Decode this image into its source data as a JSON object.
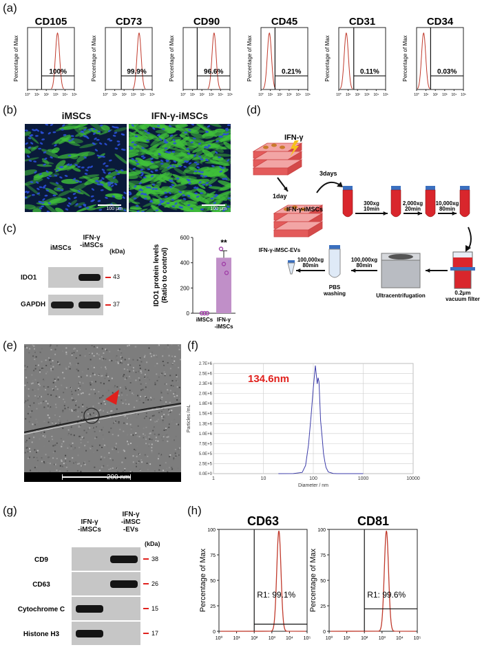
{
  "panels": {
    "a": "(a)",
    "b": "(b)",
    "c": "(c)",
    "d": "(d)",
    "e": "(e)",
    "f": "(f)",
    "g": "(g)",
    "h": "(h)"
  },
  "panel_a": {
    "ylabel": "Percentage of Max",
    "tick_labels": [
      "10°",
      "10¹",
      "10²",
      "10³",
      "10⁴",
      "10⁵"
    ],
    "markers": [
      {
        "title": "CD105",
        "pct": "100%"
      },
      {
        "title": "CD73",
        "pct": "99.9%"
      },
      {
        "title": "CD90",
        "pct": "96.6%"
      },
      {
        "title": "CD45",
        "pct": "0.21%"
      },
      {
        "title": "CD31",
        "pct": "0.11%"
      },
      {
        "title": "CD34",
        "pct": "0.03%"
      }
    ]
  },
  "panel_b": {
    "left_title": "iMSCs",
    "right_title": "IFN-γ-iMSCs",
    "scale": "100 μm"
  },
  "panel_c": {
    "col1": "iMSCs",
    "col2": "IFN-γ",
    "col2b": "-iMSCs",
    "kda": "(kDa)",
    "rows": [
      {
        "name": "IDO1",
        "kda": "43"
      },
      {
        "name": "GAPDH",
        "kda": "37"
      }
    ],
    "chart_data": {
      "type": "bar",
      "categories": [
        "iMSCs",
        "IFN-γ -iMSCs"
      ],
      "values": [
        0,
        440
      ],
      "errors": [
        0,
        55
      ],
      "points": [
        [
          0,
          0,
          0
        ],
        [
          510,
          390,
          320
        ]
      ],
      "ylim": [
        0,
        600
      ],
      "yticks": [
        0,
        200,
        400,
        600
      ],
      "ylabel": "IDO1 protein levels (Ratio to control)",
      "ylabel1": "IDO1 protein levels",
      "ylabel2": "(Ratio to control)",
      "cat1": "iMSCs",
      "cat2a": "IFN-γ",
      "cat2b": "-iMSCs",
      "significance": "**",
      "bar_color": "#c08fc8",
      "point_color": "#a040a8"
    }
  },
  "panel_d": {
    "ifn": "IFN-γ",
    "day1": "1day",
    "days3": "3days",
    "cells": "IFN-γ-iMSCs",
    "steps": [
      {
        "a": "300xg",
        "b": "10min"
      },
      {
        "a": "2,000xg",
        "b": "20min"
      },
      {
        "a": "10,000xg",
        "b": "80min"
      }
    ],
    "filter": "0.2μm",
    "filter2": "vacuum filter",
    "ultra": "Ultracentrifugation",
    "spin2a": "100,000xg",
    "spin2b": "80min",
    "pbs": "PBS",
    "pbs2": "washing",
    "spin3a": "100,000xg",
    "spin3b": "80min",
    "evs": "IFN-γ-iMSC-EVs",
    "tube_color": "#d9262c"
  },
  "panel_e": {
    "scale": "200 nm"
  },
  "panel_f": {
    "chart_data": {
      "type": "line",
      "peak_label": "134.6nm",
      "xlabel": "Diameter / nm",
      "ylabel": "Particles /mL",
      "x_ticks": [
        "1",
        "10",
        "100",
        "1000",
        "10000"
      ],
      "y_ticks": [
        "0.0E+0",
        "2.5E+5",
        "5.0E+5",
        "7.5E+5",
        "1.0E+6",
        "1.3E+6",
        "1.5E+6",
        "1.8E+6",
        "2.0E+6",
        "2.3E+6",
        "2.5E+6",
        "2.7E+6"
      ],
      "x": [
        20,
        40,
        60,
        70,
        80,
        90,
        100,
        110,
        120,
        125,
        130,
        140,
        150,
        160,
        170,
        180,
        200,
        250,
        300,
        500,
        1000
      ],
      "y": [
        0,
        1000,
        30000,
        200000,
        700000,
        1400000,
        2100000,
        2650000,
        2200000,
        2350000,
        2250000,
        1300000,
        900000,
        500000,
        300000,
        150000,
        40000,
        5000,
        0,
        0,
        0
      ],
      "xlim_log": [
        1,
        10000
      ],
      "ylim": [
        0,
        2700000
      ],
      "line_color": "#3a3aa8",
      "peak_color": "#e0201c"
    }
  },
  "panel_g": {
    "col1a": "IFN-γ",
    "col1b": "-iMSCs",
    "col2a": "IFN-γ",
    "col2b": "-iMSC",
    "col2c": "-EVs",
    "kda": "(kDa)",
    "rows": [
      {
        "name": "CD9",
        "kda": "38"
      },
      {
        "name": "CD63",
        "kda": "26"
      },
      {
        "name": "Cytochrome C",
        "kda": "15"
      },
      {
        "name": "Histone H3",
        "kda": "17"
      }
    ]
  },
  "panel_h": {
    "ylabel": "Percentage of Max",
    "yticks": [
      "0",
      "25",
      "50",
      "75",
      "100"
    ],
    "xticks": [
      "10⁰",
      "10¹",
      "10²",
      "10³",
      "10⁴",
      "10⁵"
    ],
    "plots": [
      {
        "title": "CD63",
        "r1": "R1: 99.1%"
      },
      {
        "title": "CD81",
        "r1": "R1: 99.6%"
      }
    ]
  },
  "colors": {
    "red": "#e0201c",
    "hist": "#c0392b",
    "fluor_green": "#3fbf3a",
    "fluor_blue": "#2a4fd8"
  }
}
